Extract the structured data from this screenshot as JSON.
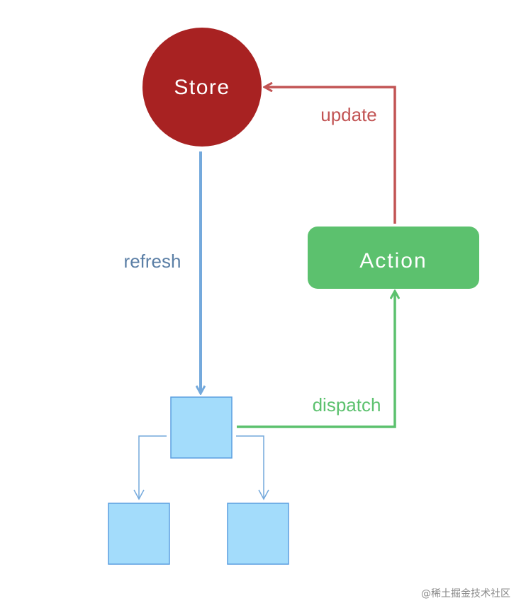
{
  "nodes": {
    "store": {
      "label": "Store",
      "color": "#a82222"
    },
    "action": {
      "label": "Action",
      "color": "#5cc16e"
    },
    "component_color": "#a3dcfb",
    "component_border": "#5b9ee0"
  },
  "edges": {
    "update": {
      "label": "update",
      "color": "#c25454"
    },
    "refresh": {
      "label": "refresh",
      "color": "#5b7fa6",
      "line_color": "#74a9dc"
    },
    "dispatch": {
      "label": "dispatch",
      "color": "#5cc16e"
    },
    "tree_color": "#74a9dc"
  },
  "watermark": "@稀土掘金技术社区"
}
